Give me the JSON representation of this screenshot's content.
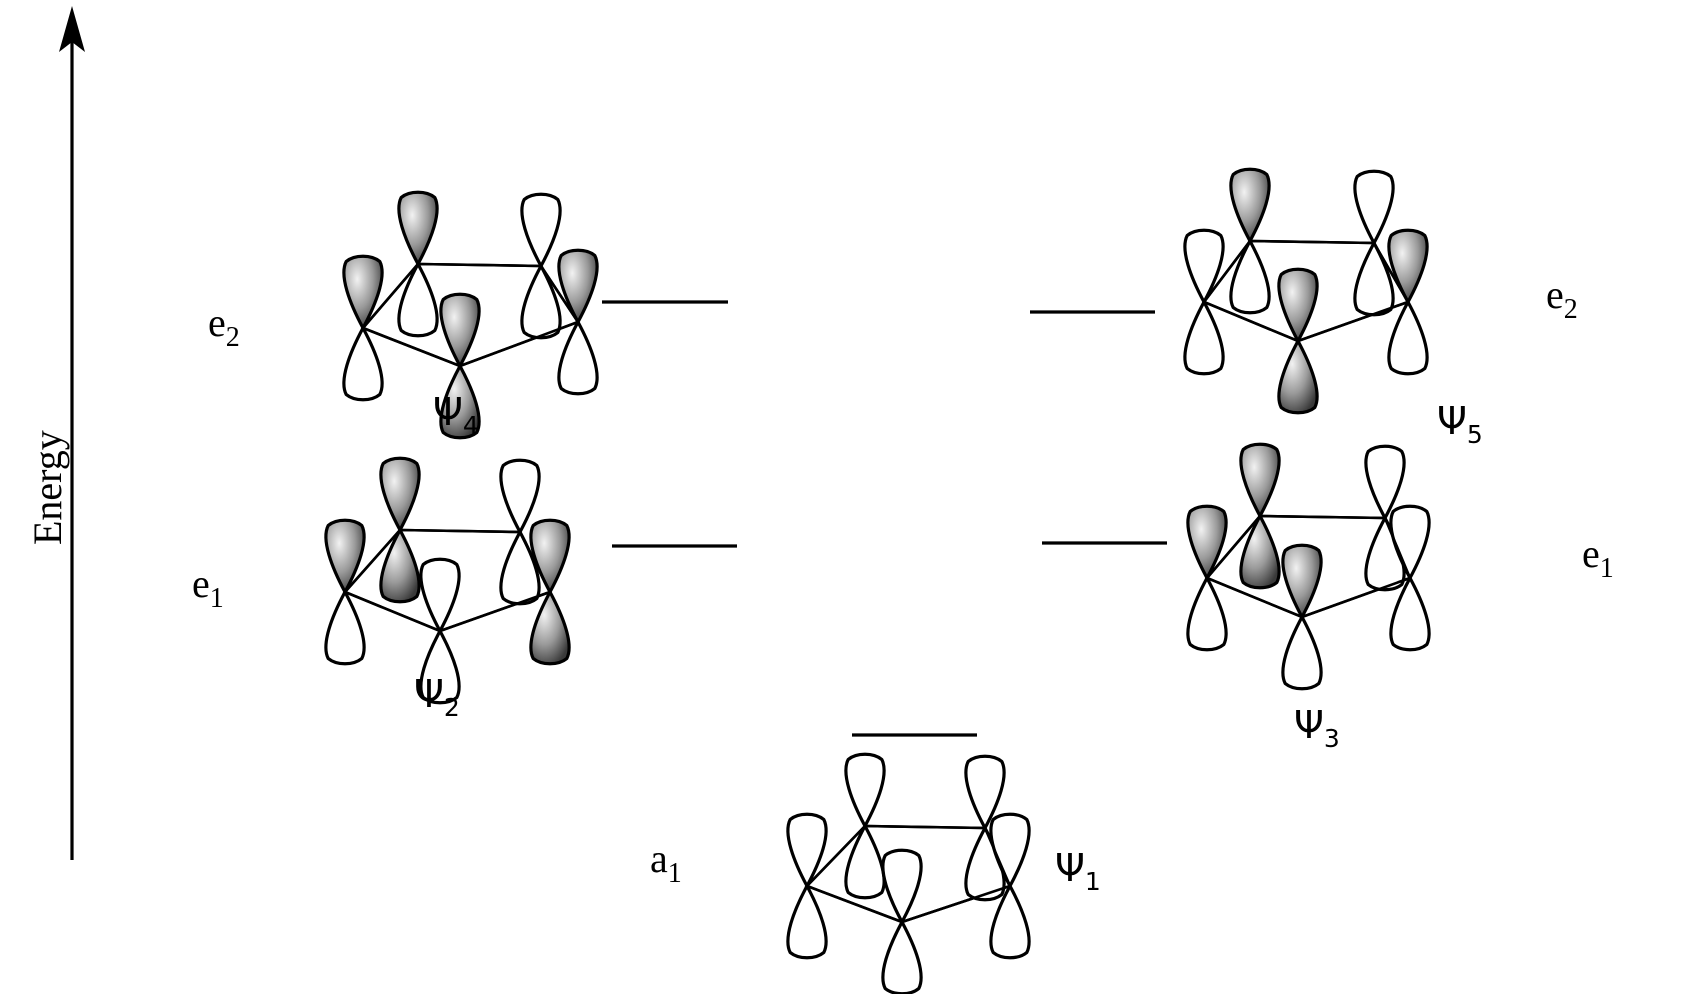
{
  "axis": {
    "label": "Energy"
  },
  "orbitals": [
    {
      "id": "psi4",
      "name": "Ψ",
      "index": "4",
      "symmetry": "e",
      "symmetry_index": "2",
      "lobes": [
        [
          "n",
          "w"
        ],
        [
          "w",
          "s"
        ],
        [
          "n",
          "w"
        ],
        [
          "n",
          "e"
        ],
        [
          "e",
          "s"
        ]
      ]
    },
    {
      "id": "psi5",
      "name": "Ψ",
      "index": "5",
      "symmetry": "e",
      "symmetry_index": "2",
      "lobes": [
        [
          "n",
          "w"
        ],
        [
          "w",
          "s"
        ],
        [
          "n",
          "s"
        ],
        [
          "n",
          "e"
        ],
        [
          "w",
          "s"
        ]
      ]
    },
    {
      "id": "psi2",
      "name": "Ψ",
      "index": "2",
      "symmetry": "e",
      "symmetry_index": "1",
      "lobes": [
        [
          "n",
          "e"
        ],
        [
          "w",
          "s"
        ],
        [
          "n",
          "e"
        ],
        [
          "w",
          "s"
        ],
        [
          "e",
          "s"
        ]
      ]
    },
    {
      "id": "psi3",
      "name": "Ψ",
      "index": "3",
      "symmetry": "e",
      "symmetry_index": "1",
      "lobes": [
        [
          "n",
          "e"
        ],
        [
          "w",
          "s"
        ],
        [
          "w",
          "s"
        ],
        [
          "n",
          "w"
        ],
        [
          "n",
          "s"
        ]
      ]
    },
    {
      "id": "psi1",
      "name": "Ψ",
      "index": "1",
      "symmetry": "a",
      "symmetry_index": "1",
      "lobes": [
        [
          "w",
          "s"
        ],
        [
          "w",
          "s"
        ],
        [
          "w",
          "s"
        ],
        [
          "w",
          "s"
        ],
        [
          "w",
          "s"
        ]
      ]
    }
  ],
  "colors": {
    "line": "#000000",
    "lobe_white": "#ffffff",
    "lobe_shaded_dark": "#3a3a3a",
    "lobe_shaded_light": "#f2f2f2"
  }
}
